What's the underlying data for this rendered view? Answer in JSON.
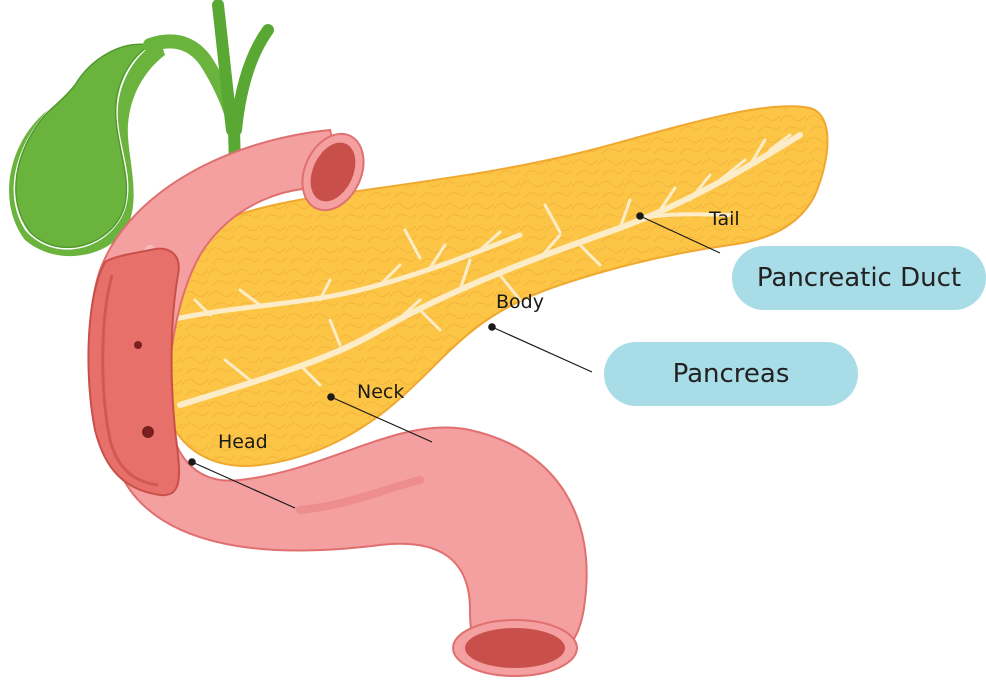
{
  "labels": {
    "head": "Head",
    "neck": "Neck",
    "body": "Body",
    "tail": "Tail"
  },
  "callouts": {
    "pancreatic_duct": "Pancreatic Duct",
    "pancreas": "Pancreas"
  },
  "colors": {
    "pancreas": "#fcc545",
    "pancreas_outline": "#f0a830",
    "duct": "#fdecc8",
    "gallbladder": "#6ab43e",
    "duodenum": "#f4a0a0",
    "duodenum_inner": "#d8584a",
    "callout_bg": "#a8dde8"
  }
}
